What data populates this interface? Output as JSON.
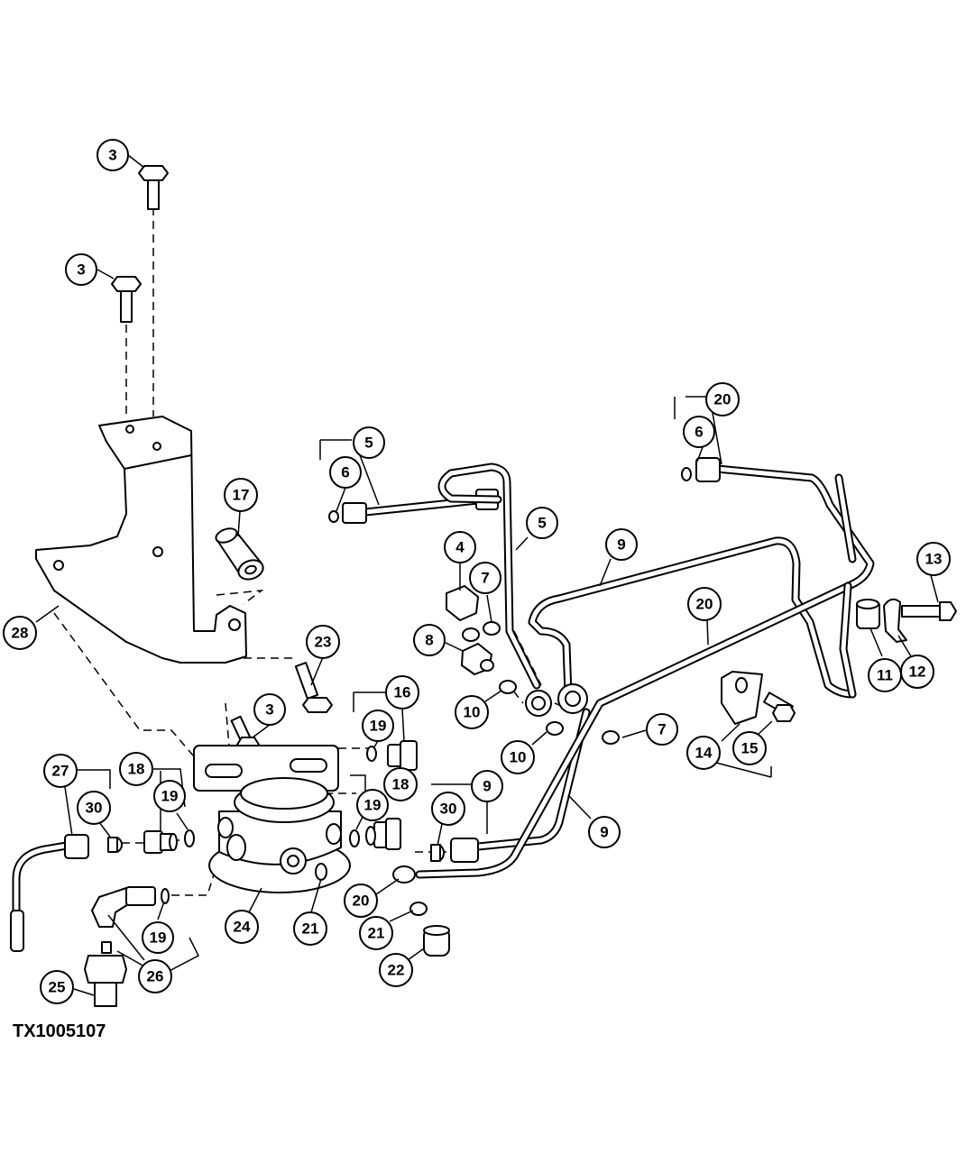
{
  "drawing_ref": "TX1005107",
  "callouts": [
    "3",
    "3",
    "5",
    "6",
    "17",
    "28",
    "23",
    "3",
    "16",
    "19",
    "18",
    "19",
    "18",
    "27",
    "30",
    "19",
    "21",
    "24",
    "19",
    "26",
    "25",
    "4",
    "7",
    "8",
    "10",
    "10",
    "5",
    "9",
    "20",
    "6",
    "9",
    "20",
    "7",
    "13",
    "12",
    "11",
    "14",
    "15",
    "30",
    "9",
    "20",
    "21",
    "22"
  ]
}
